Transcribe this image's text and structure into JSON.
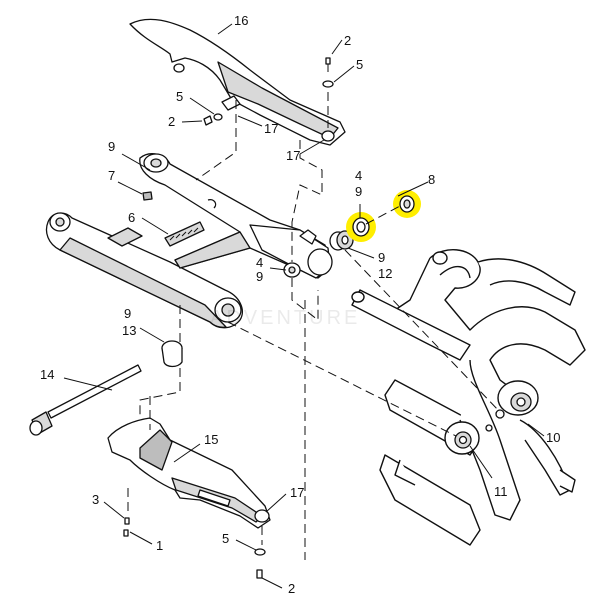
{
  "callouts": {
    "c16": "16",
    "c2a": "2",
    "c5a": "5",
    "c5b": "5",
    "c2b": "2",
    "c17a": "17",
    "c17b": "17",
    "c9a": "9",
    "c7": "7",
    "c6": "6",
    "c4a": "4",
    "c9b": "9",
    "c8": "8",
    "c9c": "9",
    "c12": "12",
    "c4b": "4",
    "c9d": "9",
    "c9e": "9",
    "c13": "13",
    "c14": "14",
    "c15": "15",
    "c17c": "17",
    "c3": "3",
    "c1": "1",
    "c5c": "5",
    "c2c": "2",
    "c10": "10",
    "c11": "11"
  },
  "watermark": "ADVENTURE",
  "highlight_color": "#ffee00"
}
